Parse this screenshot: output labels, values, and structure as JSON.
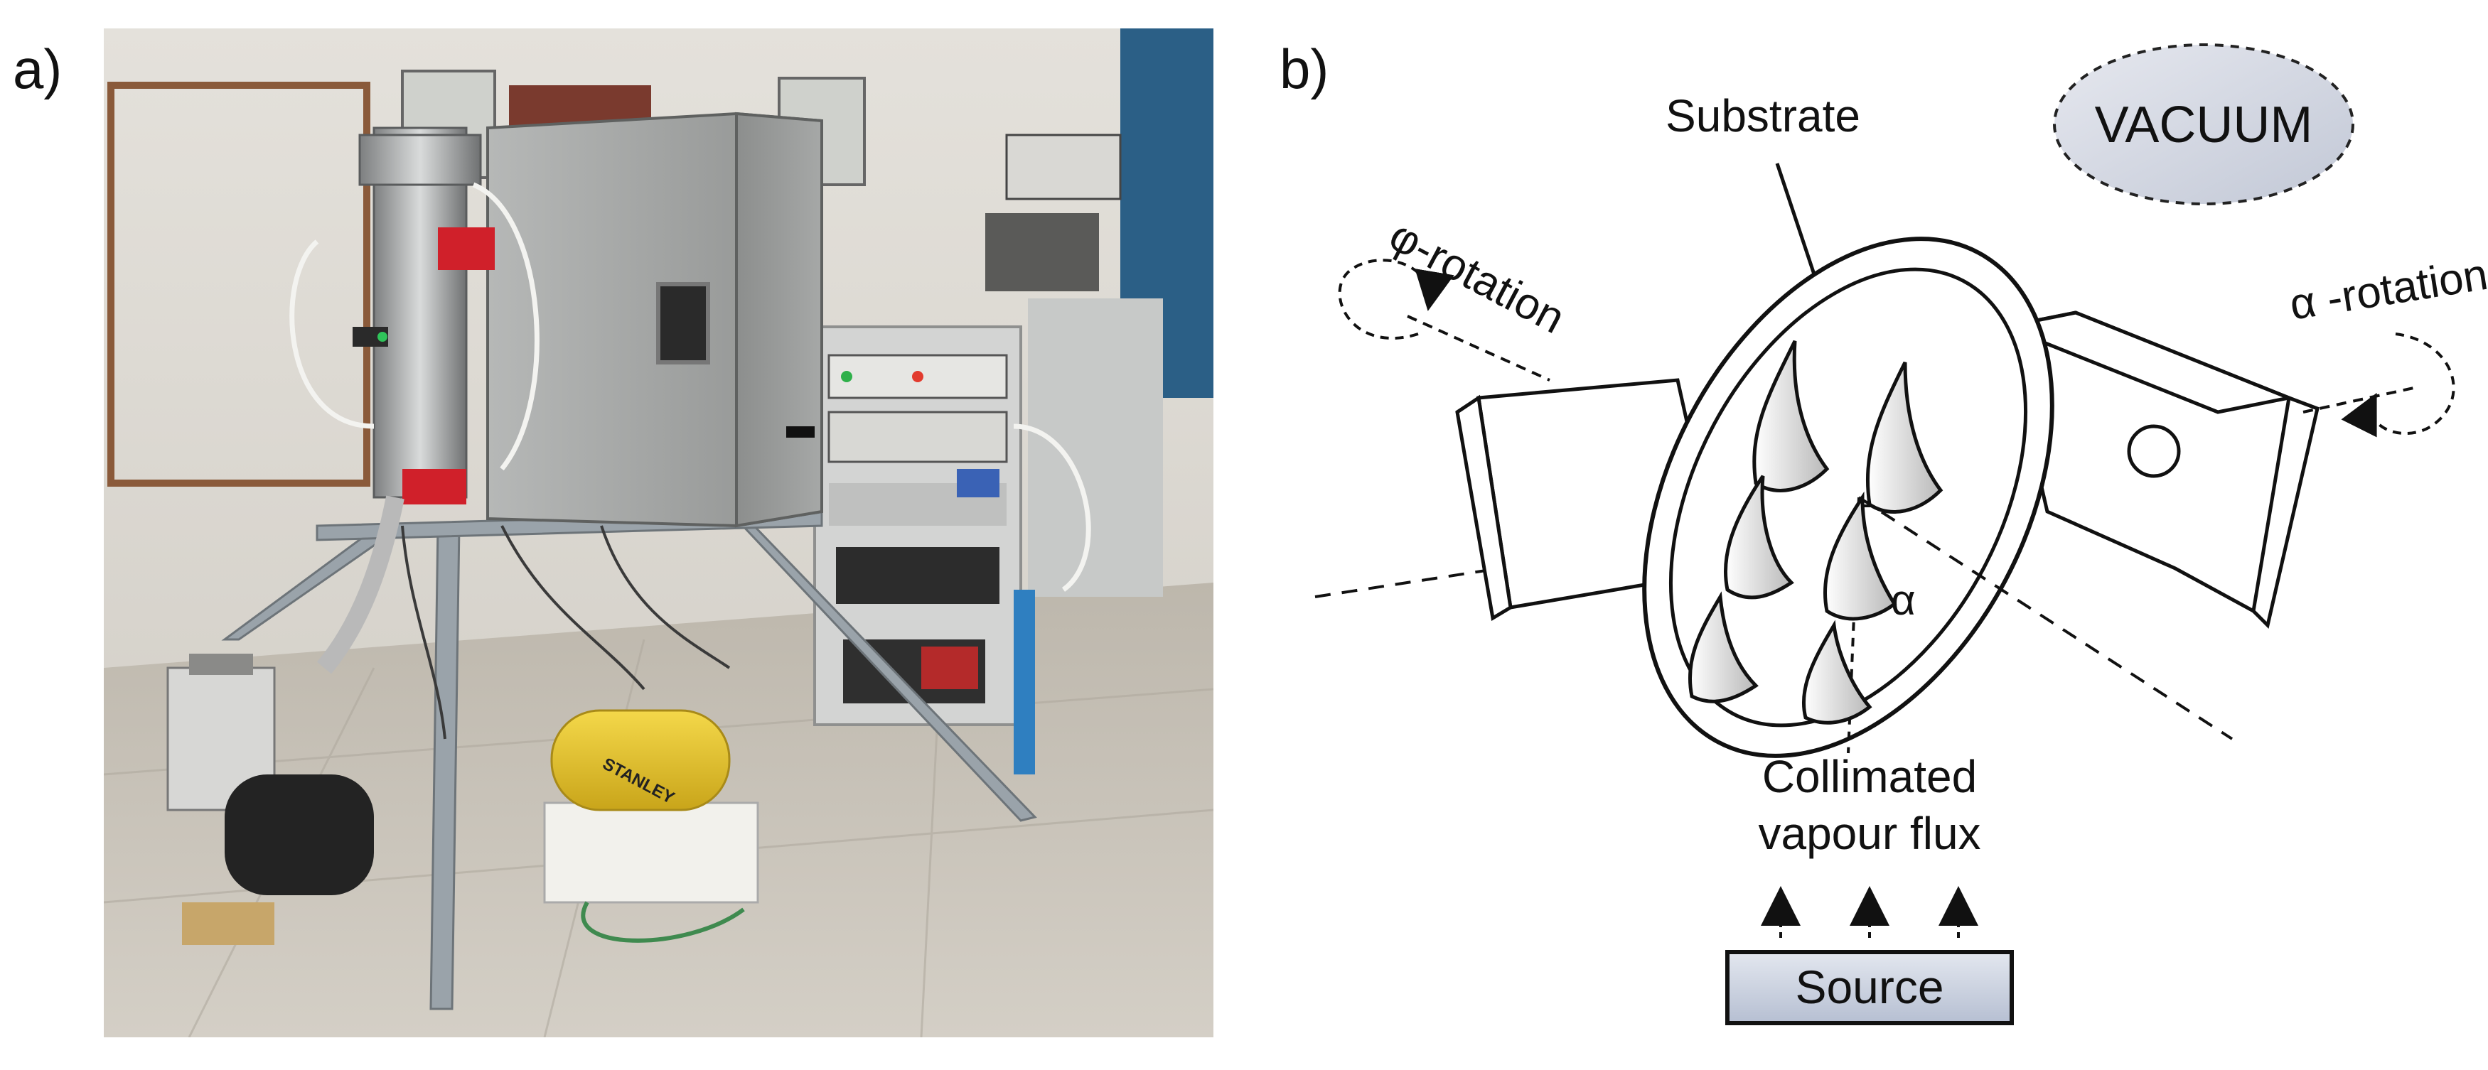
{
  "panels": {
    "a": {
      "label": "a)"
    },
    "b": {
      "label": "b)"
    }
  },
  "diagram": {
    "substrate": "Substrate",
    "vacuum": "VACUUM",
    "phi_rotation": "φ-rotation",
    "alpha_rotation": "α -rotation",
    "alpha": "α",
    "flux_line1": "Collimated",
    "flux_line2": "vapour flux",
    "source": "Source"
  },
  "photo": {
    "brand_text": "STANLEY"
  },
  "colors": {
    "floor": "#c9c3b8",
    "wall": "#dcd8d0",
    "chamber": "#a9abaa",
    "frame": "#9aa3aa",
    "compressor": "#e8c623",
    "pump": "#2a2a2a",
    "red_valve": "#d0202a",
    "source_fill": "#c9d0df",
    "vacuum_fill": "#d7dbe6"
  }
}
